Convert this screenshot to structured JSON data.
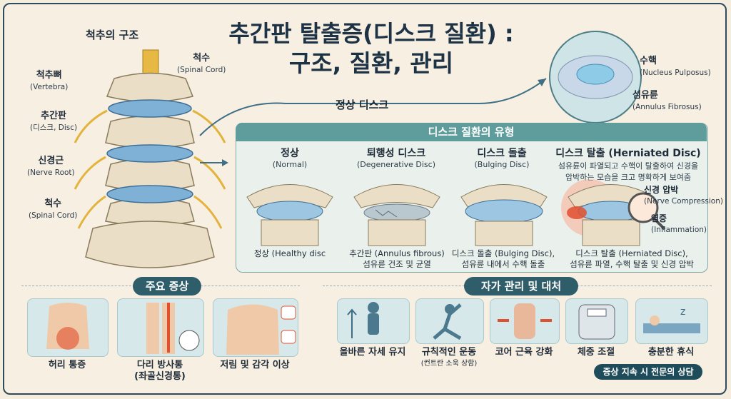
{
  "title": {
    "line1": "추간판 탈출증(디스크 질환) :",
    "line2": "구조, 질환, 관리"
  },
  "spine": {
    "heading": "척추의 구조",
    "labels": [
      {
        "ko": "척추뼈",
        "en": "(Vertebra)"
      },
      {
        "ko": "추간판",
        "en": "(디스크, Disc)"
      },
      {
        "ko": "신경근",
        "en": "(Nerve Root)"
      },
      {
        "ko": "척수",
        "en": "(Spinal Cord)"
      }
    ],
    "cord_top": {
      "ko": "척수",
      "en": "(Spinal Cord)"
    }
  },
  "normal_disc": {
    "label": "정상 디스크",
    "nucleus": {
      "ko": "수핵",
      "en": "(Nucleus Pulposus)"
    },
    "annulus": {
      "ko": "섬유륜",
      "en": "(Annulus Fibrosus)"
    }
  },
  "types": {
    "heading": "디스크 질환의 유형",
    "items": [
      {
        "title": "정상",
        "sub": "(Normal)",
        "caption1": "정상 (Healthy disc",
        "caption2": ""
      },
      {
        "title": "퇴행성 디스크",
        "sub": "(Degenerative Disc)",
        "caption1": "추간판 (Annulus fibrous)",
        "caption2": "섬유륜 건조 및 균열"
      },
      {
        "title": "디스크 돌출",
        "sub": "(Bulging Disc)",
        "caption1": "디스크 돌출 (Bulging Disc),",
        "caption2": "섬유륜 내에서 수핵 돌출"
      },
      {
        "title": "디스크 탈출 (Herniated Disc)",
        "sub": "섬유륜이 파열되고 수핵이 탈출하여 신경을",
        "sub2": "압박하는 모습을 크고 명확하게 보여줌",
        "caption1": "디스크 탈출 (Herniated Disc),",
        "caption2": "섬유륜 파열, 수핵 탈출 및 신경 압박"
      }
    ],
    "nerve": {
      "ko": "신경 압박",
      "en": "(Nerve Compression)"
    },
    "inflam": {
      "ko": "염증",
      "en": "(Inflammation)"
    }
  },
  "symptoms": {
    "heading": "주요 증상",
    "items": [
      {
        "label": "허리 통증",
        "label2": ""
      },
      {
        "label": "다리 방사통",
        "label2": "(좌골신경통)"
      },
      {
        "label": "저림 및 감각 이상",
        "label2": ""
      }
    ]
  },
  "care": {
    "heading": "자가 관리 및 대처",
    "items": [
      {
        "label": "올바른 자세 유지",
        "label2": ""
      },
      {
        "label": "규칙적인 운동",
        "label2": "(컨트란 소욱 상함)"
      },
      {
        "label": "코어 근육 강화",
        "label2": ""
      },
      {
        "label": "체중 조절",
        "label2": ""
      },
      {
        "label": "충분한 휴식",
        "label2": ""
      }
    ],
    "consult": "증상 지속 시 전문의 상담"
  },
  "colors": {
    "accent": "#5f9d9d",
    "dark": "#2f5e6a",
    "bg": "#f4ecdc",
    "disc": "#6fa3c9",
    "red": "#e0502f"
  }
}
